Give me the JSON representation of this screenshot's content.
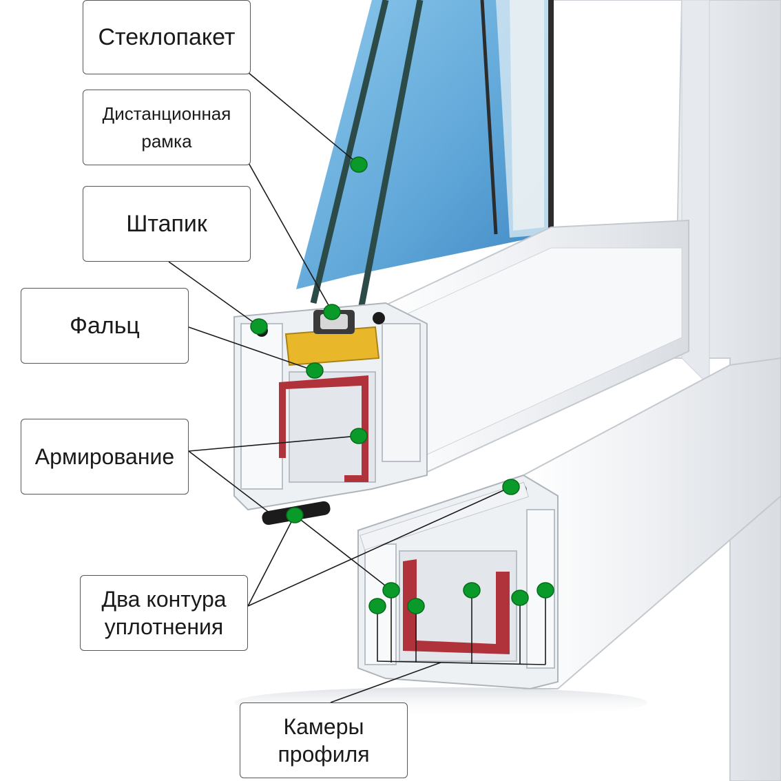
{
  "labels": {
    "glass_unit": "Стеклопакет",
    "spacer_frame": [
      "Дистанционная",
      "рамка"
    ],
    "glazing_bead": "Штапик",
    "rebate": "Фальц",
    "reinforcement": "Армирование",
    "seal_contours": [
      "Два контура",
      "уплотнения"
    ],
    "profile_chambers": [
      "Камеры",
      "профиля"
    ]
  },
  "colors": {
    "marker": "#0a9a2a",
    "glass": "#6fb3de",
    "pvc": "#f4f5f7",
    "steel": "#b0333b",
    "spacer": "#e8b82a",
    "gasket": "#1b1b1b"
  }
}
